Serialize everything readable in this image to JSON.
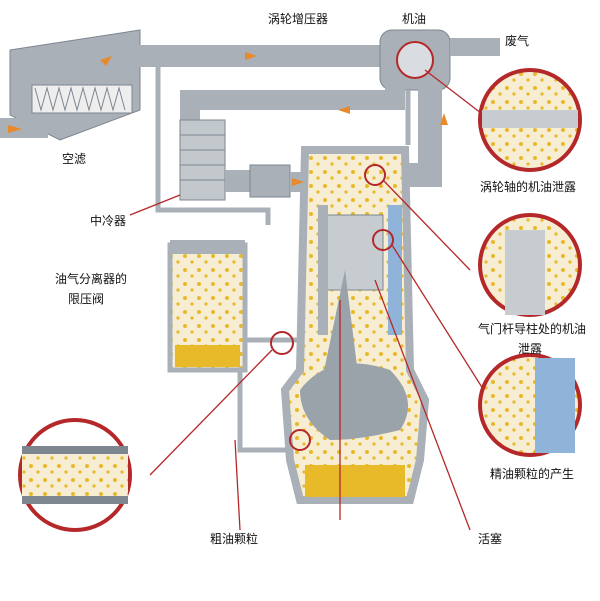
{
  "labels": {
    "turbocharger": "涡轮增压器",
    "engine_oil": "机油",
    "exhaust": "废气",
    "air_filter": "空滤",
    "intercooler": "中冷器",
    "separator_line1": "油气分离器的",
    "separator_line2": "限压阀",
    "turbo_shaft_leak": "涡轮轴的机油泄露",
    "valve_leak_line1": "气门杆导柱处的机油",
    "valve_leak_line2": "泄露",
    "fine_particles": "精油颗粒的产生",
    "coarse_particles": "粗油颗粒",
    "piston": "活塞"
  },
  "colors": {
    "pipe": "#a9b0b8",
    "pipe_dark": "#7d868f",
    "oil": "#e8b928",
    "mist": "#f6edd2",
    "callout": "#b5282a",
    "arrow": "#e88a2c",
    "coolant": "#8fb3d9"
  }
}
